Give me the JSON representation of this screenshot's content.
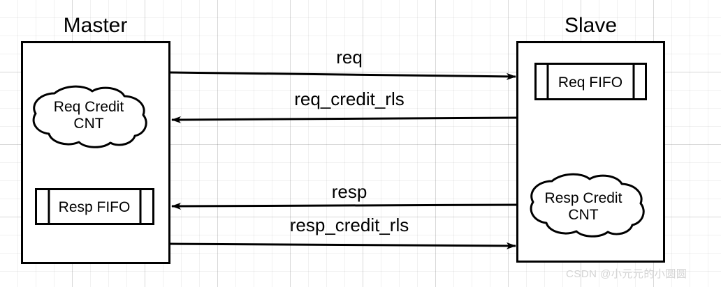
{
  "diagram": {
    "type": "block-diagram",
    "title_master": "Master",
    "title_slave": "Slave",
    "nodes": [
      {
        "id": "master",
        "label": "Master",
        "shape": "rectangle"
      },
      {
        "id": "slave",
        "label": "Slave",
        "shape": "rectangle"
      },
      {
        "id": "req-credit-cnt",
        "label": "Req Credit\nCNT",
        "shape": "cloud",
        "parent": "master"
      },
      {
        "id": "resp-fifo",
        "label": "Resp FIFO",
        "shape": "fifo",
        "parent": "master"
      },
      {
        "id": "req-fifo",
        "label": "Req FIFO",
        "shape": "fifo",
        "parent": "slave"
      },
      {
        "id": "resp-credit-cnt",
        "label": "Resp Credit\nCNT",
        "shape": "cloud",
        "parent": "slave"
      }
    ],
    "edges": [
      {
        "id": "req",
        "label": "req",
        "from": "master",
        "to": "slave",
        "direction": "right"
      },
      {
        "id": "req_credit_rls",
        "label": "req_credit_rls",
        "from": "slave",
        "to": "master",
        "direction": "left"
      },
      {
        "id": "resp",
        "label": "resp",
        "from": "slave",
        "to": "master",
        "direction": "left"
      },
      {
        "id": "resp_credit_rls",
        "label": "resp_credit_rls",
        "from": "master",
        "to": "slave",
        "direction": "right"
      }
    ],
    "watermark": "CSDN @小元元的小圆圆",
    "colors": {
      "stroke": "#000000",
      "fill": "#ffffff",
      "grid_minor": "#ebebeb",
      "grid_major": "#e0e0e0",
      "watermark": "#d4d4d4"
    }
  }
}
